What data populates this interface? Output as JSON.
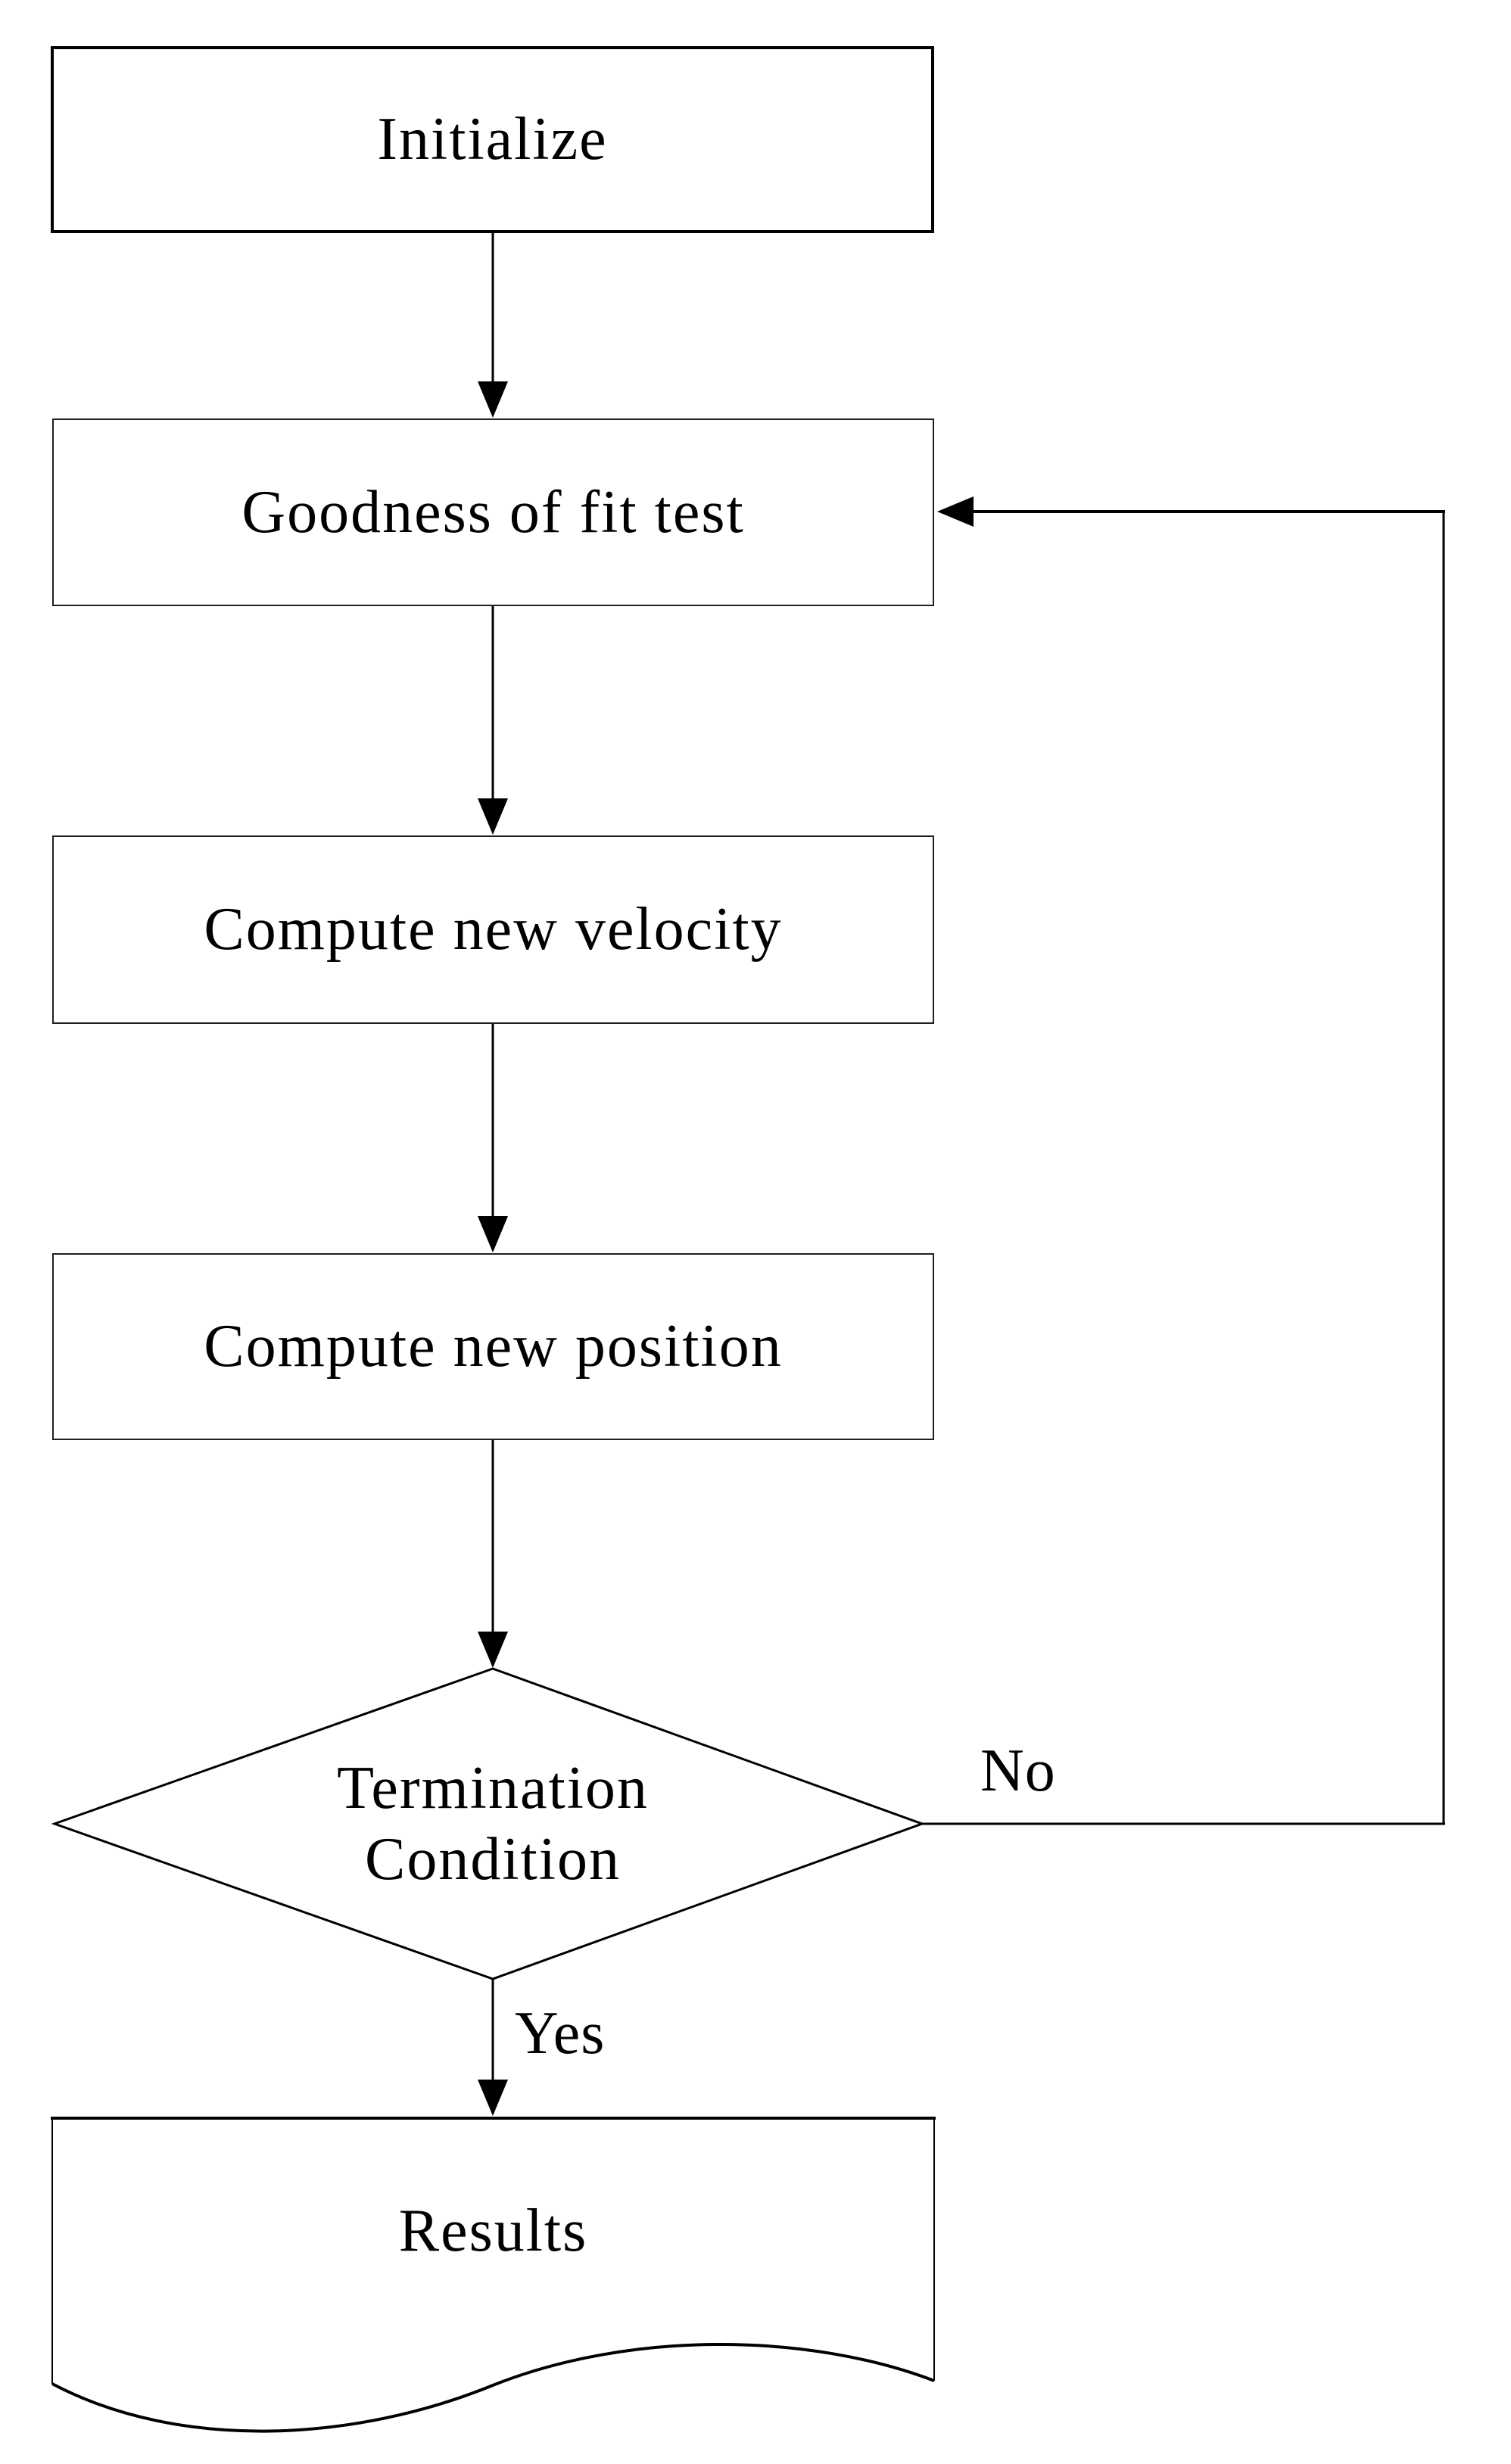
{
  "colors": {
    "background": "#ffffff",
    "stroke": "#000000",
    "text": "#000000",
    "box_border": "#1f1f1f"
  },
  "flowchart": {
    "nodes": {
      "initialize": {
        "label": "Initialize",
        "shape": "rectangle"
      },
      "goodness_of_fit": {
        "label": "Goodness of fit test",
        "shape": "rectangle"
      },
      "compute_velocity": {
        "label": "Compute new velocity",
        "shape": "rectangle"
      },
      "compute_position": {
        "label": "Compute new position",
        "shape": "rectangle"
      },
      "termination": {
        "lines": [
          "Termination",
          "Condition"
        ],
        "shape": "decision-diamond"
      },
      "results": {
        "label": "Results",
        "shape": "document"
      }
    },
    "branch_labels": {
      "no": "No",
      "yes": "Yes"
    }
  }
}
